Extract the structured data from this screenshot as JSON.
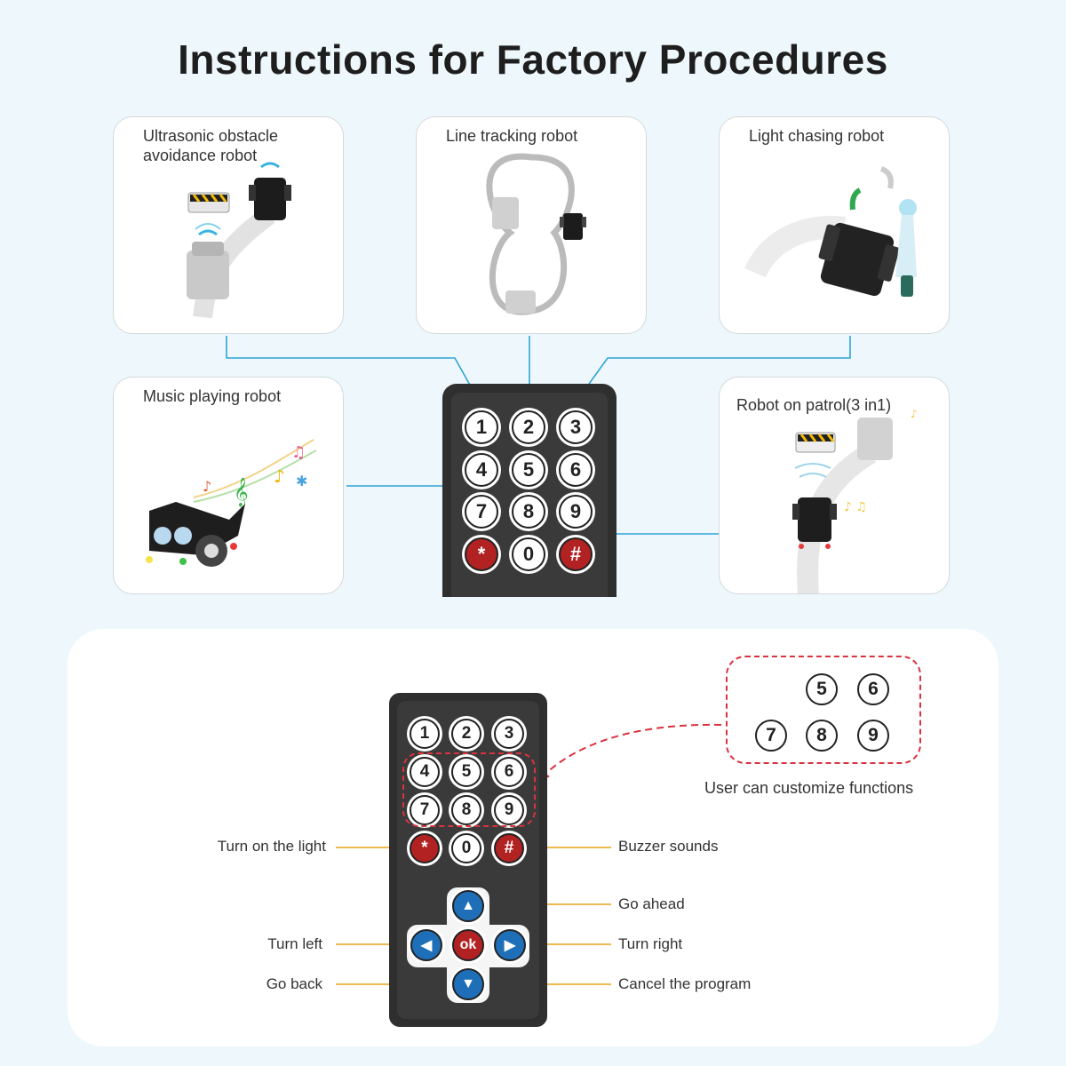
{
  "title": "Instructions for Factory Procedures",
  "cards": {
    "ultrasonic": "Ultrasonic obstacle avoidance robot",
    "line": "Line tracking robot",
    "light": "Light chasing robot",
    "music": "Music playing robot",
    "patrol": "Robot on patrol(3 in1)"
  },
  "remote_top": {
    "keys": [
      "1",
      "2",
      "3",
      "4",
      "5",
      "6",
      "7",
      "8",
      "9",
      "*",
      "0",
      "#"
    ]
  },
  "remote_bottom": {
    "keys": [
      "1",
      "2",
      "3",
      "4",
      "5",
      "6",
      "7",
      "8",
      "9",
      "*",
      "0",
      "#"
    ],
    "ok": "ok",
    "up": "▲",
    "down": "▼",
    "left": "◀",
    "right": "▶"
  },
  "labels": {
    "turn_on_light": "Turn on the light",
    "buzzer": "Buzzer sounds",
    "go_ahead": "Go ahead",
    "turn_left": "Turn left",
    "turn_right": "Turn right",
    "go_back": "Go back",
    "cancel": "Cancel the program"
  },
  "customize": {
    "keys": [
      "5",
      "6",
      "7",
      "8",
      "9"
    ],
    "label": "User can customize functions"
  },
  "colors": {
    "connector_blue": "#2ea3d6",
    "connector_orange": "#e8a317",
    "dashed_red": "#d9333f",
    "key_red": "#b22222",
    "key_blue": "#1f6fb8"
  }
}
